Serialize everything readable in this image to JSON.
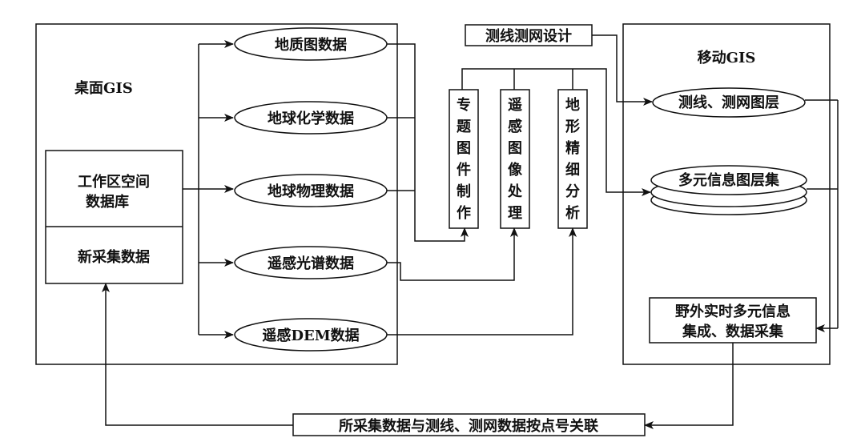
{
  "desktop": {
    "title": "桌面GIS",
    "workspace_line1": "工作区空间",
    "workspace_line2": "数据库",
    "new_data": "新采集数据"
  },
  "datasets": [
    "地质图数据",
    "地球化学数据",
    "地球物理数据",
    "遥感光谱数据",
    "遥感DEM数据"
  ],
  "processing": [
    [
      "专",
      "题",
      "图",
      "件",
      "制",
      "作"
    ],
    [
      "遥",
      "感",
      "图",
      "像",
      "处",
      "理"
    ],
    [
      "地",
      "形",
      "精",
      "细",
      "分",
      "析"
    ]
  ],
  "survey_design": "测线测网设计",
  "mobile": {
    "title": "移动GIS",
    "survey_layer": "测线、测网图层",
    "info_layers": "多元信息图层集",
    "field_line1": "野外实时多元信息",
    "field_line2": "集成、数据采集"
  },
  "bottom_link": "所采集数据与测线、测网数据按点号关联"
}
